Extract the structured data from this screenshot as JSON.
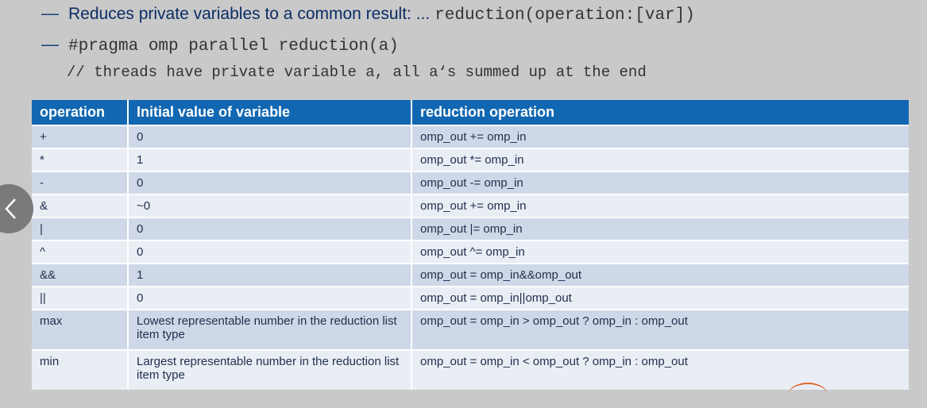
{
  "bullets": [
    {
      "dash": "—",
      "text": "Reduces private variables to a common result: ... ",
      "code": "reduction(operation:[var])"
    },
    {
      "dash": "—",
      "text": "",
      "code": "#pragma omp parallel reduction(a)"
    }
  ],
  "comment": "// threads have private variable a, all a‘s summed up at the end",
  "table": {
    "headers": [
      "operation",
      "Initial value of variable",
      "reduction operation"
    ],
    "rows": [
      [
        "+",
        "0",
        "omp_out += omp_in"
      ],
      [
        "*",
        "1",
        "omp_out *= omp_in"
      ],
      [
        "-",
        "0",
        "omp_out -= omp_in"
      ],
      [
        "&",
        "~0",
        "omp_out += omp_in"
      ],
      [
        "|",
        "0",
        "omp_out |= omp_in"
      ],
      [
        "^",
        "0",
        "omp_out ^= omp_in"
      ],
      [
        "&&",
        "1",
        "omp_out = omp_in&&omp_out"
      ],
      [
        "||",
        "0",
        "omp_out = omp_in||omp_out"
      ],
      [
        "max",
        "Lowest representable number in the reduction list item type",
        "omp_out = omp_in > omp_out ? omp_in : omp_out"
      ],
      [
        "min",
        "Largest representable number in the reduction list item type",
        "omp_out = omp_in < omp_out ? omp_in : omp_out"
      ]
    ]
  },
  "nav": {
    "prev_icon": "chevron-left-icon"
  },
  "colors": {
    "header_bg": "#1167b1",
    "row_odd": "#cfd8e8",
    "row_even": "#e9edf4",
    "slide_bg": "#c9c9c9"
  }
}
